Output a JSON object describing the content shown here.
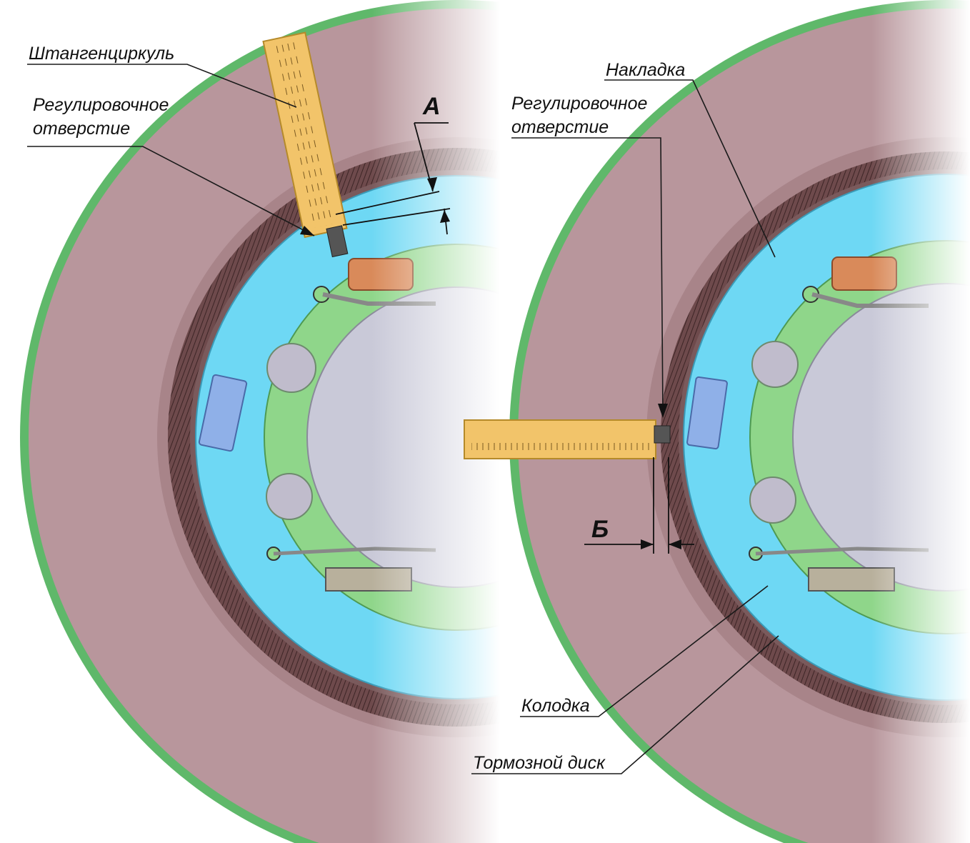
{
  "labels": {
    "caliper": "Штангенциркуль",
    "adj_hole_left_1": "Регулировочное",
    "adj_hole_left_2": "отверстие",
    "lining": "Накладка",
    "adj_hole_right_1": "Регулировочное",
    "adj_hole_right_2": "отверстие",
    "shoe": "Колодка",
    "disc": "Тормозной диск",
    "dim_a": "А",
    "dim_b": "Б"
  },
  "colors": {
    "disc": "#b8969c",
    "disc_rim": "#5fb86a",
    "lining": "#6e4a4c",
    "shoe": "#6ed8f4",
    "plate": "#8fd68a",
    "hub": "#c9c9d8",
    "caliper": "#f2c46a",
    "fitting": "#d98a5a"
  }
}
